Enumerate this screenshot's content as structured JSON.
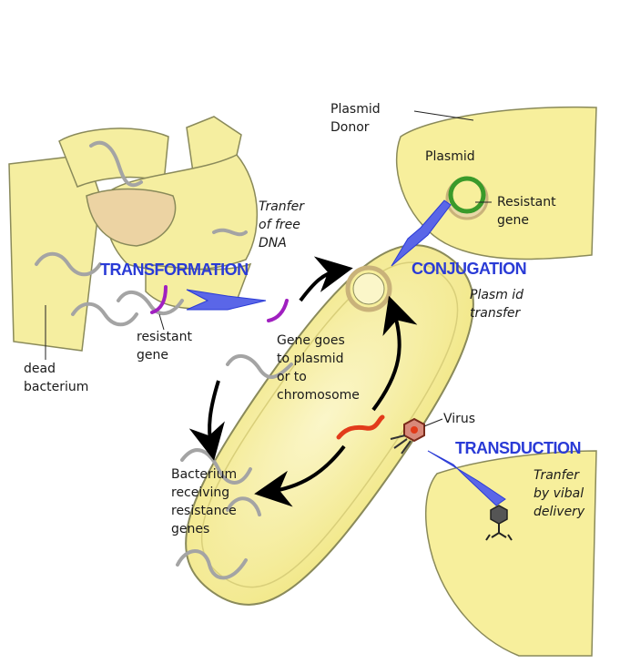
{
  "colors": {
    "cell_fill": "#f7ef9c",
    "cell_stroke": "#8a8a5a",
    "arrow_blue": "#5a66e8",
    "label_blue": "#2a3bd6",
    "plasmid_green": "#3a9a2a",
    "gene_purple": "#a020c0",
    "gene_red": "#e23b1a",
    "dna_gray": "#9a9a9a"
  },
  "labels": {
    "plasmid_donor": "Plasmid\nDonor",
    "plasmid": "Plasmid",
    "resistant_gene_right": "Resistant\ngene",
    "transfer_free_dna": "Tranfer\nof free\nDNA",
    "transformation": "TRANSFORMATION",
    "conjugation": "CONJUGATION",
    "plasmid_transfer": "Plasm id\ntransfer",
    "resistant_gene_left": "resistant\ngene",
    "dead_bacterium": "dead\nbacterium",
    "gene_goes": "Gene goes\nto plasmid\nor to\nchromosome",
    "virus": "Virus",
    "transduction": "TRANSDUCTION",
    "transfer_viral": "Tranfer\nby vibal\ndelivery",
    "bacterium_receiving": "Bacterium\nreceiving\nresistance\ngenes"
  }
}
